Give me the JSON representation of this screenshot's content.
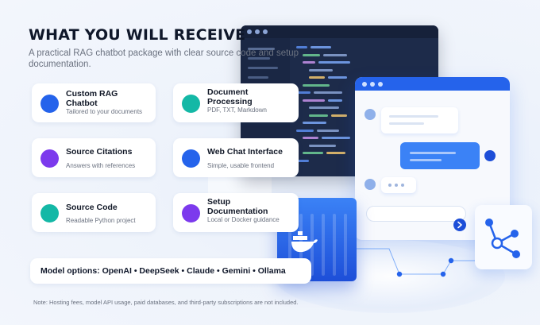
{
  "header": {
    "title": "WHAT YOU WILL RECEIVE",
    "subtitle": "A practical RAG chatbot package with clear source code and setup documentation."
  },
  "features": [
    {
      "title_lines": [
        "Custom RAG",
        "Chatbot"
      ],
      "desc": "Tailored to your documents",
      "color": "#2563eb"
    },
    {
      "title_lines": [
        "Document",
        "Processing"
      ],
      "desc": "PDF, TXT, Markdown",
      "color": "#14b8a6"
    },
    {
      "title_lines": [
        "Source Citations"
      ],
      "desc": "Answers with references",
      "color": "#7c3aed"
    },
    {
      "title_lines": [
        "Web Chat Interface"
      ],
      "desc": "Simple, usable frontend",
      "color": "#2563eb"
    },
    {
      "title_lines": [
        "Source Code"
      ],
      "desc": "Readable Python project",
      "color": "#14b8a6"
    },
    {
      "title_lines": [
        "Setup",
        "Documentation"
      ],
      "desc": "Local or Docker guidance",
      "color": "#7c3aed"
    }
  ],
  "models": {
    "label": "Model options: OpenAI • DeepSeek • Claude • Gemini • Ollama"
  },
  "footnote": "Note: Hosting fees, model API usage, paid databases, and third-party subscriptions are not included.",
  "colors": {
    "accent": "#2563eb",
    "teal": "#14b8a6",
    "purple": "#7c3aed",
    "code_bg": "#1d2b4a"
  },
  "icons": {
    "container": "docker-whale-icon",
    "share": "share-network-icon",
    "send": "send-arrow-icon"
  }
}
